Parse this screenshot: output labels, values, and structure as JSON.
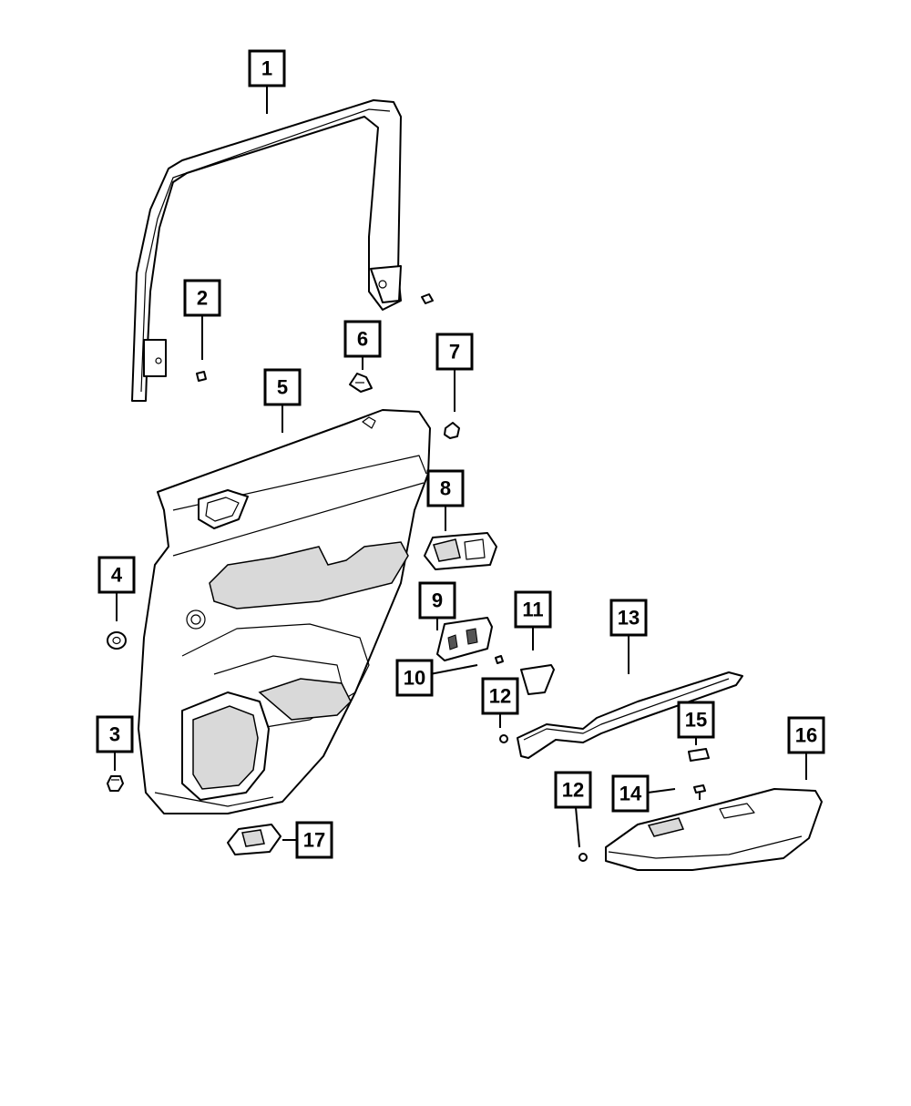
{
  "callouts": [
    {
      "id": "1",
      "label": "1"
    },
    {
      "id": "2",
      "label": "2"
    },
    {
      "id": "3",
      "label": "3"
    },
    {
      "id": "4",
      "label": "4"
    },
    {
      "id": "5",
      "label": "5"
    },
    {
      "id": "6",
      "label": "6"
    },
    {
      "id": "7",
      "label": "7"
    },
    {
      "id": "8",
      "label": "8"
    },
    {
      "id": "9",
      "label": "9"
    },
    {
      "id": "10",
      "label": "10"
    },
    {
      "id": "11",
      "label": "11"
    },
    {
      "id": "12a",
      "label": "12"
    },
    {
      "id": "12b",
      "label": "12"
    },
    {
      "id": "13",
      "label": "13"
    },
    {
      "id": "14",
      "label": "14"
    },
    {
      "id": "15",
      "label": "15"
    },
    {
      "id": "16",
      "label": "16"
    },
    {
      "id": "17",
      "label": "17"
    }
  ]
}
